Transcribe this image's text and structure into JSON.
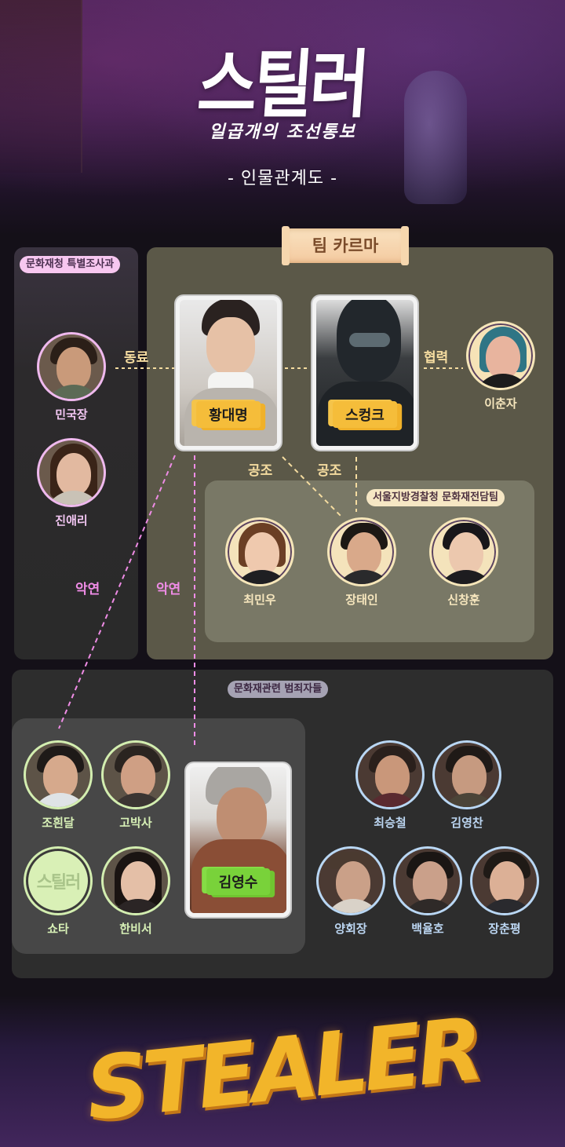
{
  "header": {
    "logo_korean": "스틸러",
    "logo_subtitle": "일곱개의 조선통보",
    "page_title": "- 인물관계도 -"
  },
  "groups": {
    "cultural_agency": {
      "label": "문화재청 특별조사과",
      "color": "#f7c7f0"
    },
    "team_karma": {
      "label": "팀 카르마",
      "color": "#f6dcb4"
    },
    "police": {
      "label": "서울지방경찰청 문화재전담팀",
      "color": "#f6e7c4"
    },
    "criminals": {
      "label": "문화재관련 범죄자들",
      "color": "#a5a2b3"
    }
  },
  "characters": {
    "min_gukjang": "민국장",
    "jin_aeri": "진애리",
    "hwang_daemyung": "황대명",
    "skunk": "스컹크",
    "lee_chunja": "이춘자",
    "choi_minwoo": "최민우",
    "jang_taein": "장태인",
    "shin_changhoon": "신창훈",
    "jo_heundal": "조흰달",
    "go_baksa": "고박사",
    "shota": "쇼타",
    "han_biseo": "한비서",
    "kim_youngsu": "김영수",
    "choi_seungchul": "최승철",
    "kim_youngchan": "김영찬",
    "yang_hoejang": "양회장",
    "baek_yulho": "백율호",
    "jang_chunpyung": "장춘평"
  },
  "relations": {
    "colleague": "동료",
    "cooperation": "협력",
    "collusion_1": "공조",
    "collusion_2": "공조",
    "bad_blood_1": "악연",
    "bad_blood_2": "악연"
  },
  "placeholder_logo": "스틸러",
  "footer": {
    "logo_english": "STEALER"
  },
  "colors": {
    "relation_gold": "#f5dca0",
    "relation_pink": "#ef8ce6",
    "label_yellow": "#f5bd3a",
    "label_green": "#79d23a",
    "team_panel": "#5b5848",
    "police_panel": "#797866",
    "crime_panel": "#2d2d2d"
  }
}
